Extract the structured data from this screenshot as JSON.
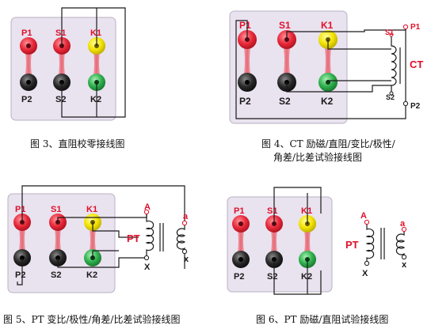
{
  "figures": [
    {
      "id": "fig3",
      "caption": "图 3、直阻校零接线图",
      "terminals_top": [
        "P1",
        "S1",
        "K1"
      ],
      "terminals_bottom": [
        "P2",
        "S2",
        "K2"
      ]
    },
    {
      "id": "fig4",
      "caption_line1": "图 4、CT 励磁/直阻/变比/极性/",
      "caption_line2": "角差/比差试验接线图",
      "terminals_top": [
        "P1",
        "S1",
        "K1"
      ],
      "terminals_bottom": [
        "P2",
        "S2",
        "K2"
      ],
      "device": "CT",
      "device_terminals": {
        "s1": "S1",
        "p1": "P1",
        "s2": "S2",
        "p2": "P2"
      }
    },
    {
      "id": "fig5",
      "caption": "图 5、PT 变比/极性/角差/比差试验接线图",
      "terminals_top": [
        "P1",
        "S1",
        "K1"
      ],
      "terminals_bottom": [
        "P2",
        "S2",
        "K2"
      ],
      "device": "PT",
      "device_terminals": {
        "A": "A",
        "X": "X",
        "a": "a",
        "x": "x"
      }
    },
    {
      "id": "fig6",
      "caption": "图 6、PT 励磁/直阻试验接线图",
      "terminals_top": [
        "P1",
        "S1",
        "K1"
      ],
      "terminals_bottom": [
        "P2",
        "S2",
        "K2"
      ],
      "device": "PT",
      "device_terminals": {
        "A": "A",
        "X": "X",
        "a": "a",
        "x": "x"
      }
    }
  ],
  "colors": {
    "panel_bg": "#e9e2ef",
    "panel_border": "#b9b2c3",
    "red_terminal": "#e8293a",
    "yellow_terminal": "#f2e300",
    "black_terminal": "#2a2a2a",
    "green_terminal": "#2fb04d",
    "red_label": "#e0102a"
  }
}
